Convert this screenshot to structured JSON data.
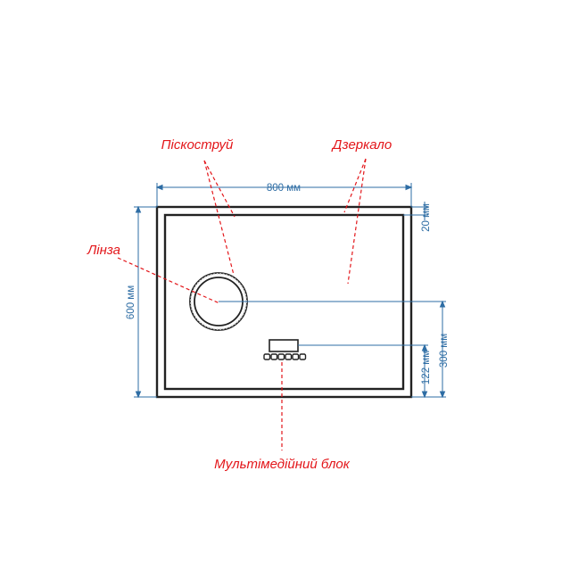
{
  "labels": {
    "sandblast": "Піскоструй",
    "mirror": "Дзеркало",
    "lens": "Лінза",
    "multimedia": "Мультімедійний блок"
  },
  "dimensions": {
    "width": "800 мм",
    "height": "600 мм",
    "border": "20 мм",
    "lens_height": "300 мм",
    "block_height": "122 мм"
  },
  "colors": {
    "dimension": "#2e6da4",
    "callout": "#e3161a",
    "outline": "#222222",
    "background": "#ffffff"
  }
}
